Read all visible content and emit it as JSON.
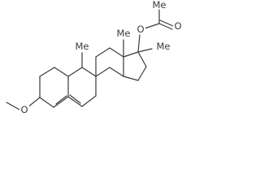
{
  "structure": {
    "labels": {
      "methyl_c10": "Me",
      "methyl_c13": "Me",
      "methyl_c17": "Me",
      "acetyl_methyl": "Me",
      "oxygen_ether": "O",
      "oxygen_ester": "O",
      "oxygen_carbonyl": "O"
    }
  }
}
